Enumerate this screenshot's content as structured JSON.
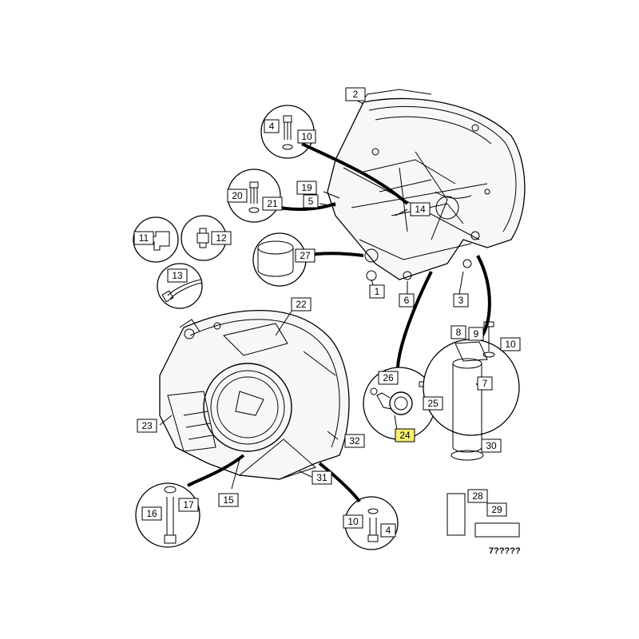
{
  "callouts": [
    {
      "id": "c2",
      "label": "2"
    },
    {
      "id": "c4a",
      "label": "4"
    },
    {
      "id": "c10a",
      "label": "10"
    },
    {
      "id": "c19",
      "label": "19"
    },
    {
      "id": "c20",
      "label": "20"
    },
    {
      "id": "c21",
      "label": "21"
    },
    {
      "id": "c5",
      "label": "5"
    },
    {
      "id": "c14",
      "label": "14"
    },
    {
      "id": "c11",
      "label": "11"
    },
    {
      "id": "c12",
      "label": "12"
    },
    {
      "id": "c27",
      "label": "27"
    },
    {
      "id": "c13",
      "label": "13"
    },
    {
      "id": "c1",
      "label": "1"
    },
    {
      "id": "c6",
      "label": "6"
    },
    {
      "id": "c3",
      "label": "3"
    },
    {
      "id": "c22",
      "label": "22"
    },
    {
      "id": "c8",
      "label": "8"
    },
    {
      "id": "c9",
      "label": "9"
    },
    {
      "id": "c10b",
      "label": "10"
    },
    {
      "id": "c26",
      "label": "26"
    },
    {
      "id": "c7",
      "label": "7"
    },
    {
      "id": "c25",
      "label": "25"
    },
    {
      "id": "c23",
      "label": "23"
    },
    {
      "id": "c24",
      "label": "24"
    },
    {
      "id": "c32",
      "label": "32"
    },
    {
      "id": "c30",
      "label": "30"
    },
    {
      "id": "c31",
      "label": "31"
    },
    {
      "id": "c15",
      "label": "15"
    },
    {
      "id": "c16",
      "label": "16"
    },
    {
      "id": "c17",
      "label": "17"
    },
    {
      "id": "c28",
      "label": "28"
    },
    {
      "id": "c29",
      "label": "29"
    },
    {
      "id": "c10c",
      "label": "10"
    },
    {
      "id": "c4b",
      "label": "4"
    }
  ],
  "highlight_color": "#f5ef6a",
  "drawing_number": "7?????"
}
